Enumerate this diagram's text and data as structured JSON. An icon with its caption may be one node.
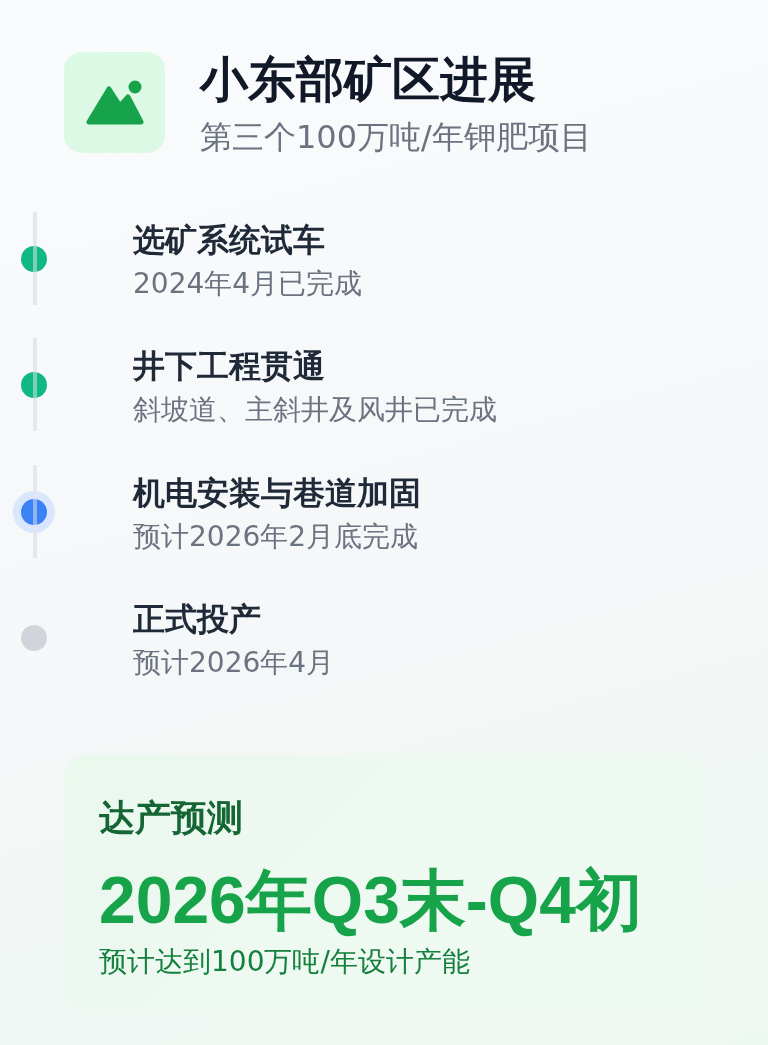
{
  "diagram": {
    "title": "小东部矿区进展",
    "nodes": [
      {
        "text": [
          "达产预测",
          "2026年Q3末-Q4初",
          "预计达到100万吨/年设计产能"
        ]
      }
    ],
    "labels": [
      "第三个100万吨/年钾肥项目",
      "选矿系统试车",
      "2024年4月已完成",
      "井下工程贯通",
      "斜坡道、主斜井及风井已完成",
      "机电安装与巷道加固",
      "预计2026年2月底完成",
      "正式投产",
      "预计2026年4月"
    ]
  }
}
